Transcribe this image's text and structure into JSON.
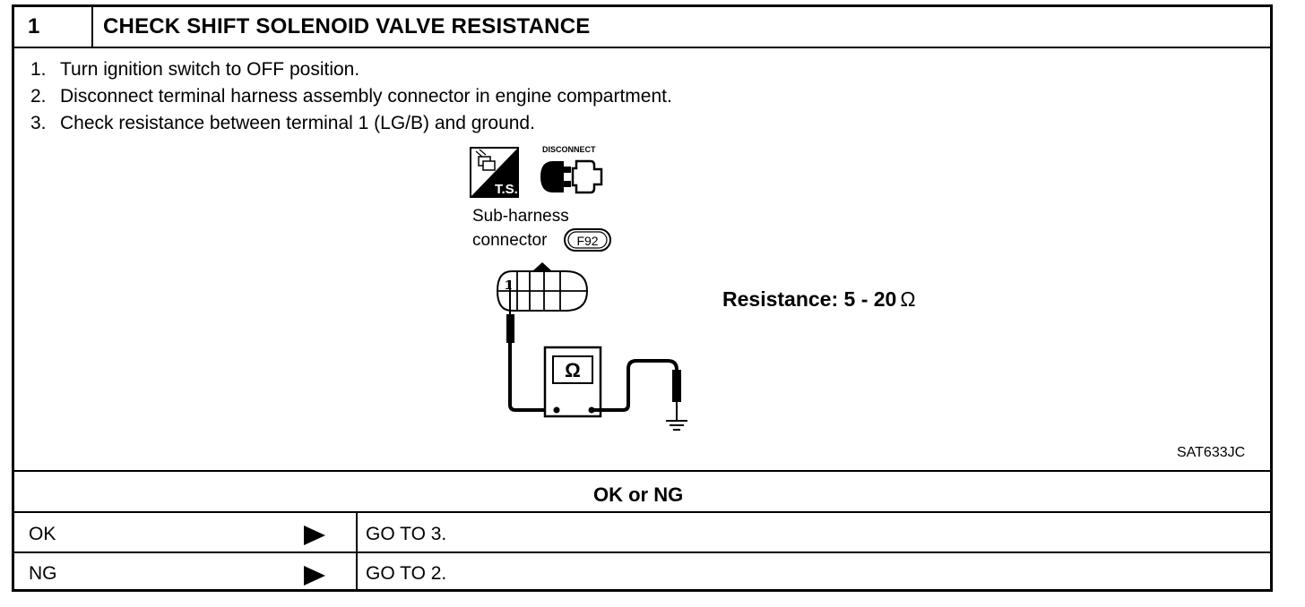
{
  "step": {
    "number": "1",
    "title": "CHECK SHIFT SOLENOID VALVE RESISTANCE"
  },
  "instructions": [
    {
      "num": "1.",
      "text": "Turn ignition switch to OFF position."
    },
    {
      "num": "2.",
      "text": "Disconnect terminal harness assembly connector in engine compartment."
    },
    {
      "num": "3.",
      "text": "Check resistance between terminal 1 (LG/B) and ground."
    }
  ],
  "figure": {
    "ts_icon_label": "T.S.",
    "disconnect_label": "DISCONNECT",
    "connector_line1": "Sub-harness",
    "connector_line2": "connector",
    "connector_code": "F92",
    "terminal_number": "1",
    "meter_symbol": "Ω",
    "resistance_label": "Resistance: 5 - 20",
    "resistance_unit": "Ω",
    "figure_id": "SAT633JC"
  },
  "result_prompt": "OK or NG",
  "results": [
    {
      "result": "OK",
      "action": "GO TO 3."
    },
    {
      "result": "NG",
      "action": "GO TO 2."
    }
  ]
}
